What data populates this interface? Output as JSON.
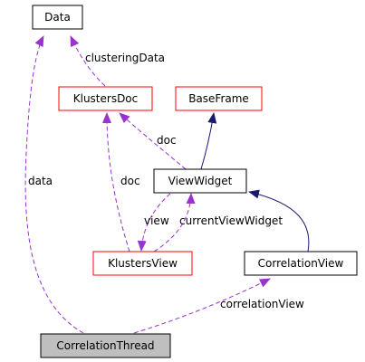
{
  "colors": {
    "undocumented_border": "#ff0000",
    "documented_border": "#000000",
    "focus_fill": "#bfbfbf",
    "inheritance_edge": "#191970",
    "usage_edge": "#9a32cd"
  },
  "nodes": {
    "data": "Data",
    "klustersdoc": "KlustersDoc",
    "baseframe": "BaseFrame",
    "viewwidget": "ViewWidget",
    "klustersview": "KlustersView",
    "correlationview": "CorrelationView",
    "correlationthread": "CorrelationThread"
  },
  "edges": {
    "clusteringdata": "clusteringData",
    "doc_viewwidget": "doc",
    "doc_klustersview": "doc",
    "data": "data",
    "view": "view",
    "currentviewwidget": "currentViewWidget",
    "correlationview": "correlationView"
  }
}
